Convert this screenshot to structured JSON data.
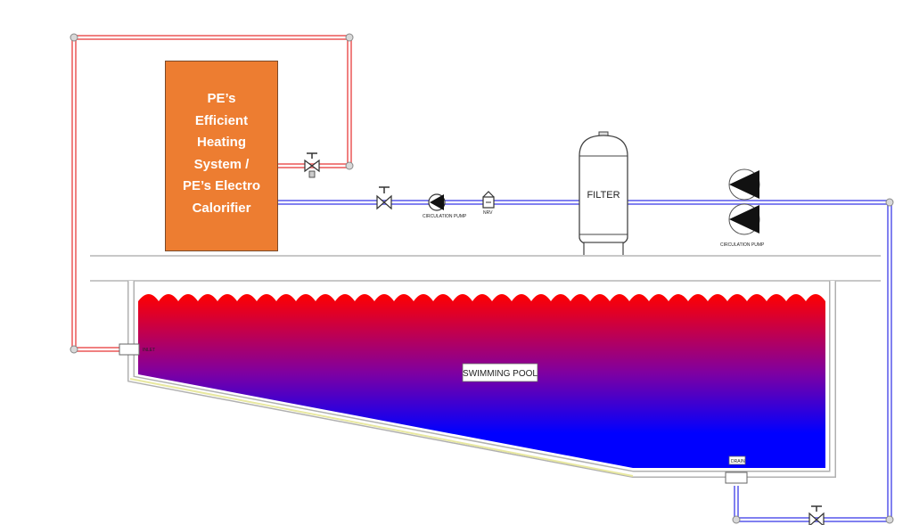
{
  "heater": {
    "label_lines": [
      "PE’s",
      "Efficient",
      "Heating",
      "System /",
      "PE’s Electro",
      "Calorifier"
    ],
    "color": "#ED7D31"
  },
  "labels": {
    "filter": "FILTER",
    "circulation_pump_1": "CIRCULATION PUMP",
    "circulation_pump_2": "CIRCULATION PUMP",
    "valve_tag": "NRV",
    "pool": "SWIMMING POOL",
    "inlet": "INLET",
    "drain": "DRAIN"
  },
  "colors": {
    "hot_pipe": "#F08080",
    "cold_pipe": "#8080F0",
    "water_top": "#FF0000",
    "water_bottom": "#0000FF"
  }
}
